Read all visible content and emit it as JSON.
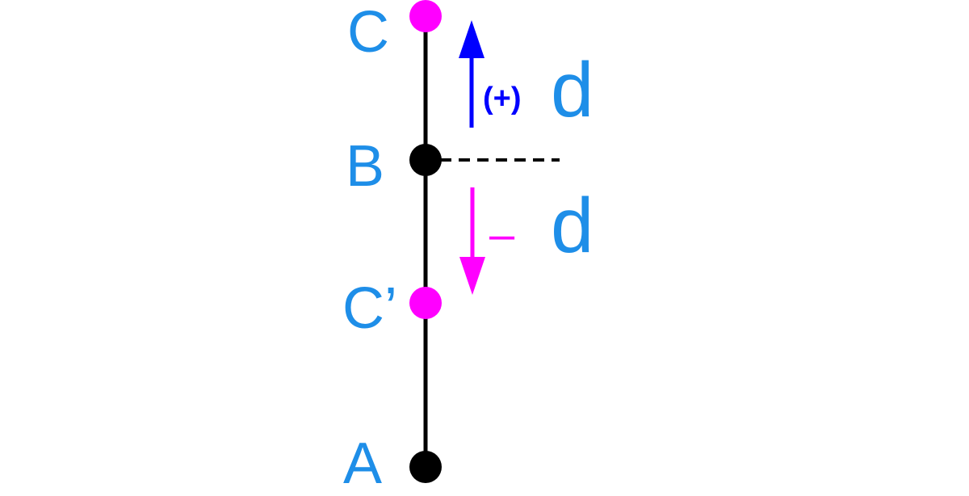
{
  "points": {
    "C": "C",
    "B": "B",
    "C_prime": "C’",
    "A": "A"
  },
  "up_arrow": {
    "sign": "(+)",
    "label": "d"
  },
  "down_arrow": {
    "sign": "–",
    "label": "d"
  },
  "colors": {
    "label_text": "#1e8ee8",
    "line": "#000000",
    "point_black": "#000000",
    "point_magenta": "#ff00ff",
    "arrow_positive": "#0000ff",
    "arrow_negative": "#ff00ff"
  }
}
